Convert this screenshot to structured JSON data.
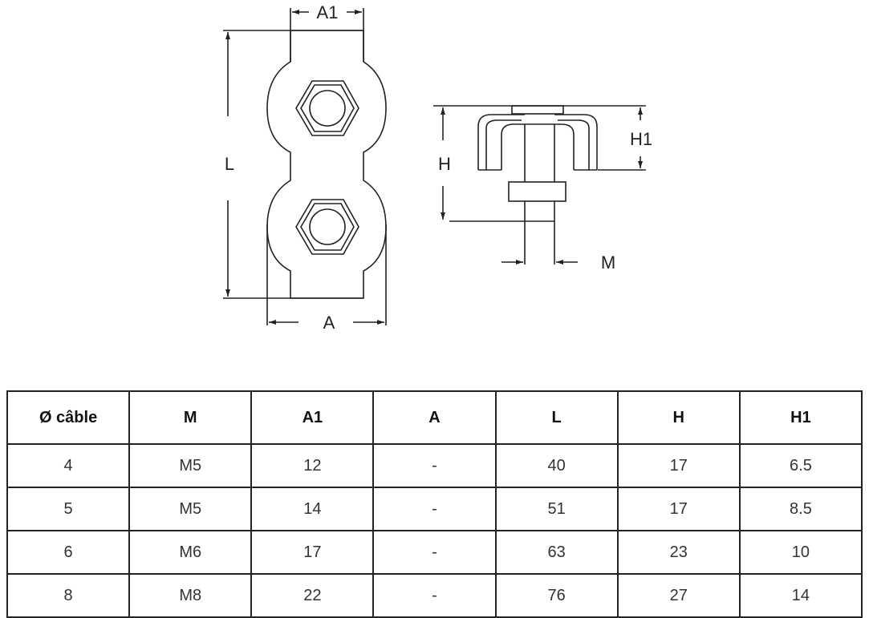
{
  "drawing": {
    "labels": {
      "A1": "A1",
      "L": "L",
      "A": "A",
      "H": "H",
      "H1": "H1",
      "M": "M"
    }
  },
  "table": {
    "headers": [
      "Ø câble",
      "M",
      "A1",
      "A",
      "L",
      "H",
      "H1"
    ],
    "rows": [
      [
        "4",
        "M5",
        "12",
        "-",
        "40",
        "17",
        "6.5"
      ],
      [
        "5",
        "M5",
        "14",
        "-",
        "51",
        "17",
        "8.5"
      ],
      [
        "6",
        "M6",
        "17",
        "-",
        "63",
        "23",
        "10"
      ],
      [
        "8",
        "M8",
        "22",
        "-",
        "76",
        "27",
        "14"
      ]
    ]
  }
}
